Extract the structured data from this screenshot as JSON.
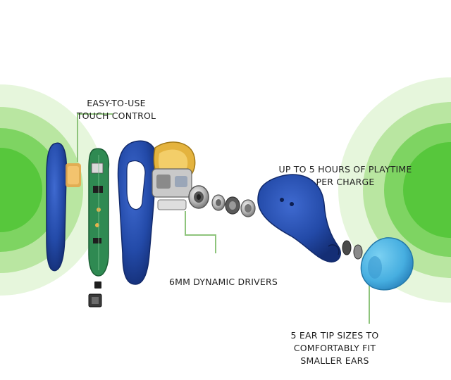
{
  "labels": {
    "touch_control": [
      "EASY-TO-USE",
      "TOUCH CONTROL"
    ],
    "playtime": [
      "UP TO 5 HOURS OF PLAYTIME",
      "PER CHARGE"
    ],
    "drivers": [
      "6MM DYNAMIC DRIVERS"
    ],
    "ear_tips": [
      "5 EAR TIP SIZES TO",
      "COMFORTABLY FIT",
      "SMALLER EARS"
    ]
  },
  "colors": {
    "background": "#ffffff",
    "green_ring_outer": "#e6f6dc",
    "green_ring_mid": "#b9e6a1",
    "green_ring_inner": "#57c73c",
    "earbud_blue": "#234aa8",
    "ear_tip_blue": "#46aee0",
    "pcb_green": "#2f8a52",
    "connector_line": "#8ec47c"
  }
}
